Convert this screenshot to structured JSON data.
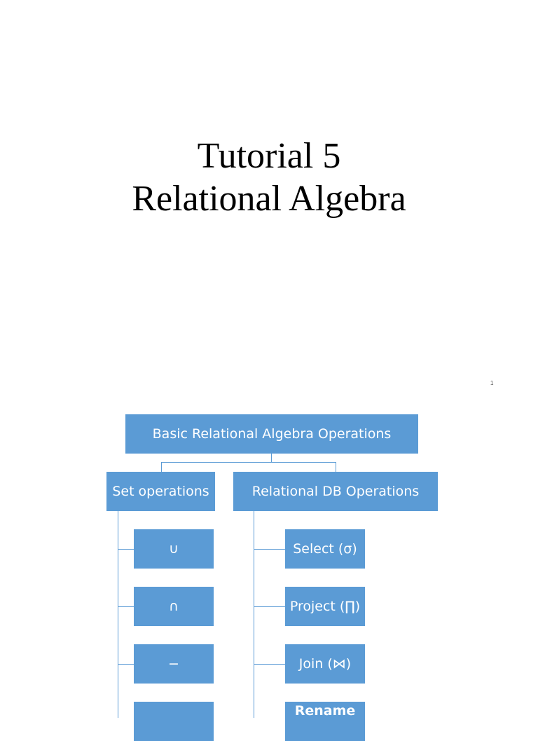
{
  "slide": {
    "title_line1": "Tutorial 5",
    "title_line2": "Relational Algebra",
    "page_number": "1"
  },
  "diagram": {
    "root": "Basic Relational Algebra Operations",
    "set_operations": {
      "label": "Set operations",
      "items": [
        "∪",
        "∩",
        "−",
        ""
      ]
    },
    "relational_db_operations": {
      "label": "Relational DB Operations",
      "items": [
        "Select (σ)",
        "Project (∏)",
        "Join (⋈)",
        "Rename"
      ]
    },
    "box_color": "#5b9bd5",
    "text_color": "#ffffff"
  }
}
